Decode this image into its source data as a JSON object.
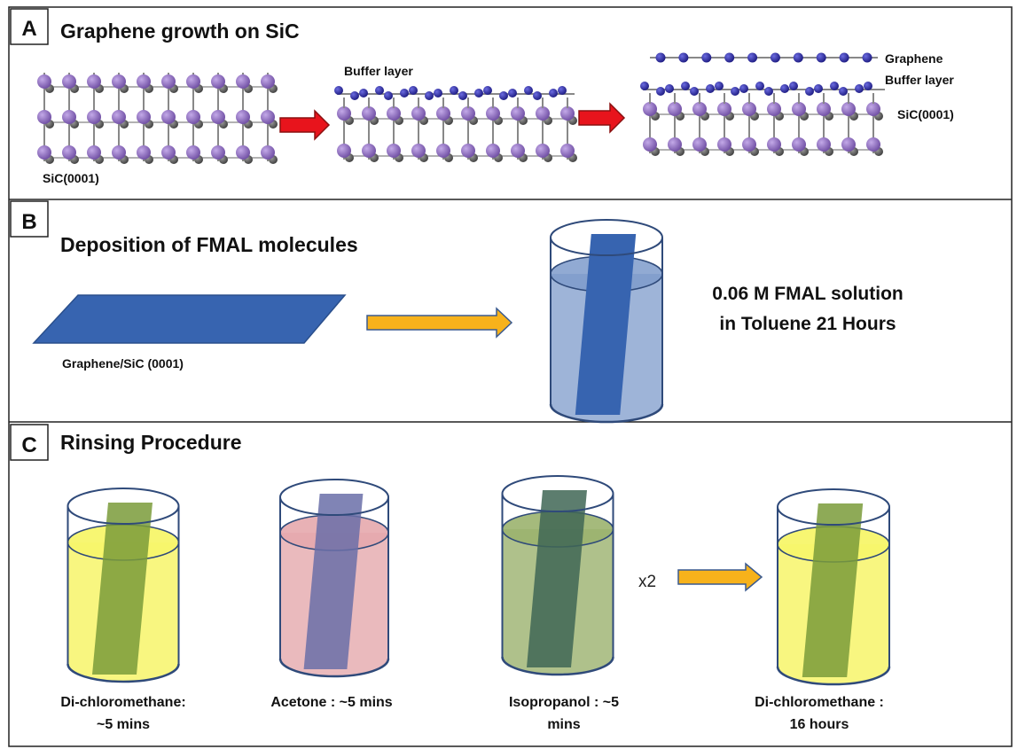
{
  "panels": {
    "a": {
      "letter": "A",
      "title": "Graphene growth on SiC",
      "label_substrate": "SiC(0001)",
      "label_buffer": "Buffer layer",
      "label_graphene": "Graphene",
      "label_buffer_right": "Buffer layer",
      "label_sic_right": "SiC(0001)"
    },
    "b": {
      "letter": "B",
      "title": "Deposition of FMAL molecules",
      "sample_label": "Graphene/SiC (0001)",
      "solution_line1": "0.06 M FMAL solution",
      "solution_line2": "in Toluene 21 Hours"
    },
    "c": {
      "letter": "C",
      "title": "Rinsing Procedure",
      "multiplier": "x2",
      "steps": [
        {
          "line1": "Di-chloromethane:",
          "line2": "~5 mins",
          "liquid_color": "#f7f56a"
        },
        {
          "line1": "Acetone : ~5 mins",
          "line2": "",
          "liquid_color": "#e5a9ad"
        },
        {
          "line1": "Isopropanol : ~5",
          "line2": "mins",
          "liquid_color": "#9bb26e"
        },
        {
          "line1": "Di-chloromethane :",
          "line2": "16 hours",
          "liquid_color": "#f7f56a"
        }
      ]
    }
  },
  "colors": {
    "sample_blue": "#3764b0",
    "beaker_outline": "#2f4a7a",
    "red_arrow": "#e8141c",
    "orange_arrow": "#f7b21b",
    "si_atom": "#8d6bc0",
    "c_atom": "#5d5d5d",
    "graphene_atom": "#2c2a9c"
  }
}
